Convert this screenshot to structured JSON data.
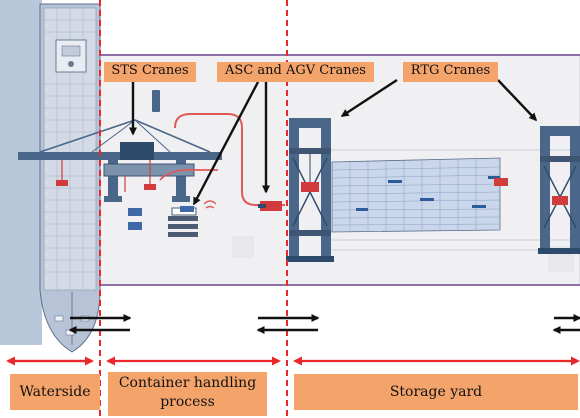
{
  "labels": {
    "sts_cranes": "STS Cranes",
    "asc_agv_cranes": "ASC and AGV Cranes",
    "rtg_cranes": "RTG Cranes"
  },
  "zones": {
    "waterside": "Waterside",
    "container_handling": "Container handling process",
    "storage_yard": "Storage yard"
  },
  "colors": {
    "label_bg": "#F4A46B",
    "divider": "#E8282A",
    "ship_hull": "#B7C3D6",
    "water": "#B9C7DB",
    "crane_steel": "#4A6688",
    "container": "#2C5C9A",
    "yard_floor": "#F0F0F3"
  }
}
